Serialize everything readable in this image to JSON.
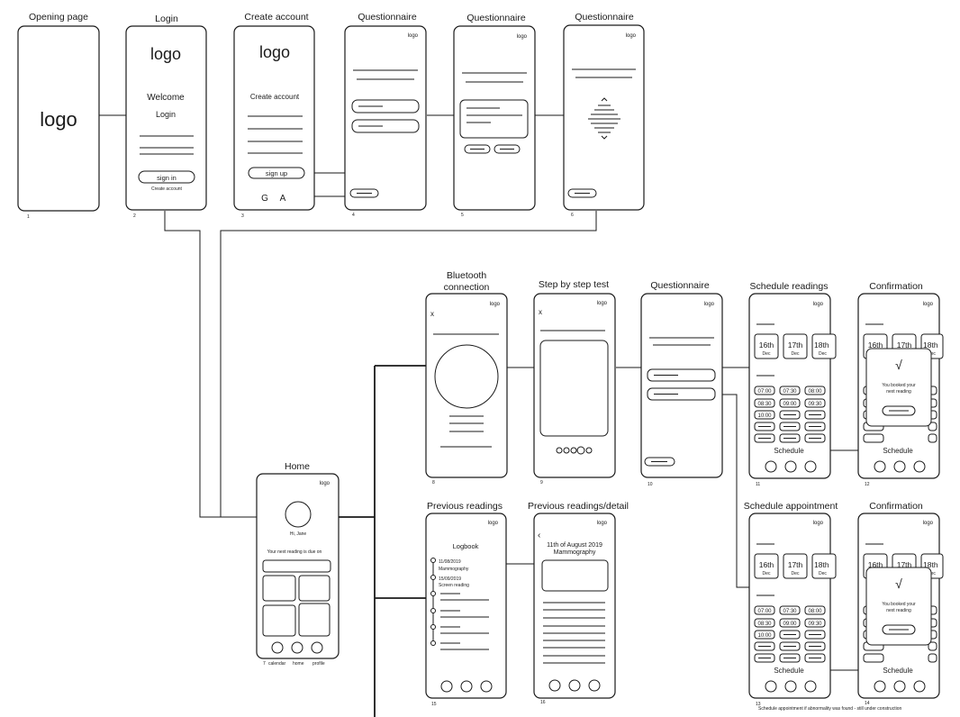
{
  "titles": {
    "s1": "Opening page",
    "s2": "Login",
    "s3": "Create account",
    "s4": "Questionnaire",
    "s5": "Questionnaire",
    "s6": "Questionnaire",
    "s7": "Home",
    "s8a": "Bluetooth",
    "s8b": "connection",
    "s9": "Step by step test",
    "s10": "Questionnaire",
    "s11": "Schedule readings",
    "s12": "Confirmation",
    "s13": "Schedule appointment",
    "s14": "Confirmation",
    "s15": "Previous readings",
    "s16": "Previous readings/detail"
  },
  "numbers": [
    "1",
    "2",
    "3",
    "4",
    "5",
    "6",
    "7",
    "8",
    "9",
    "10",
    "11",
    "12",
    "13",
    "14",
    "15",
    "16"
  ],
  "logo": "logo",
  "login": {
    "welcome": "Welcome",
    "login": "Login",
    "sign_in": "sign in",
    "create_account": "Create account"
  },
  "create": {
    "heading": "Create account",
    "sign_up": "sign up",
    "g": "G",
    "a": "A"
  },
  "home": {
    "greeting": "Hi, Jane",
    "next": "Your next reading is due on",
    "nav": [
      "calendar",
      "home",
      "profile"
    ]
  },
  "close": "x",
  "back": "‹",
  "schedule": {
    "dates": [
      [
        "16th",
        "Dec"
      ],
      [
        "17th",
        "Dec"
      ],
      [
        "18th",
        "Dec"
      ]
    ],
    "times": [
      "07:00",
      "07:30",
      "08:00",
      "08:30",
      "09:00",
      "09:30",
      "10:00"
    ],
    "button": "Schedule"
  },
  "confirm": {
    "check": "√",
    "line1": "You booked your",
    "line2": "next reading"
  },
  "logbook": {
    "title": "Logbook",
    "entries": [
      [
        "11/08/2019",
        "Mammography"
      ],
      [
        "15/09/2019",
        "Screen reading"
      ]
    ]
  },
  "detail": {
    "date": "11th of August 2019",
    "type": "Mammography"
  },
  "footnote": "Schedule appointment if abnormality was found - still under construction"
}
